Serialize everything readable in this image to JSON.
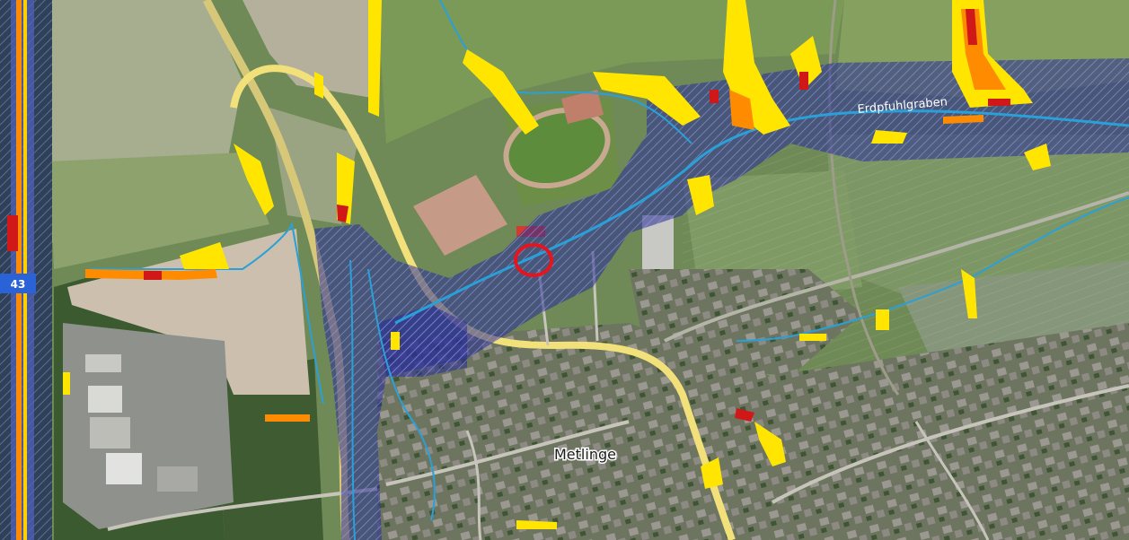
{
  "map": {
    "labels": {
      "stream": "Erdpfuhlgraben",
      "town": "Metlinge",
      "highway": "43"
    },
    "colors": {
      "flood_hatch": "#2b2f9a",
      "flow_path": "#2aa0d8",
      "hazard_low": "#ffe500",
      "hazard_mid": "#ff8c00",
      "hazard_high": "#d01818",
      "road": "#f0da70",
      "marker": "#e8141c"
    },
    "legend_icons": [
      "circle-marker-icon"
    ]
  }
}
